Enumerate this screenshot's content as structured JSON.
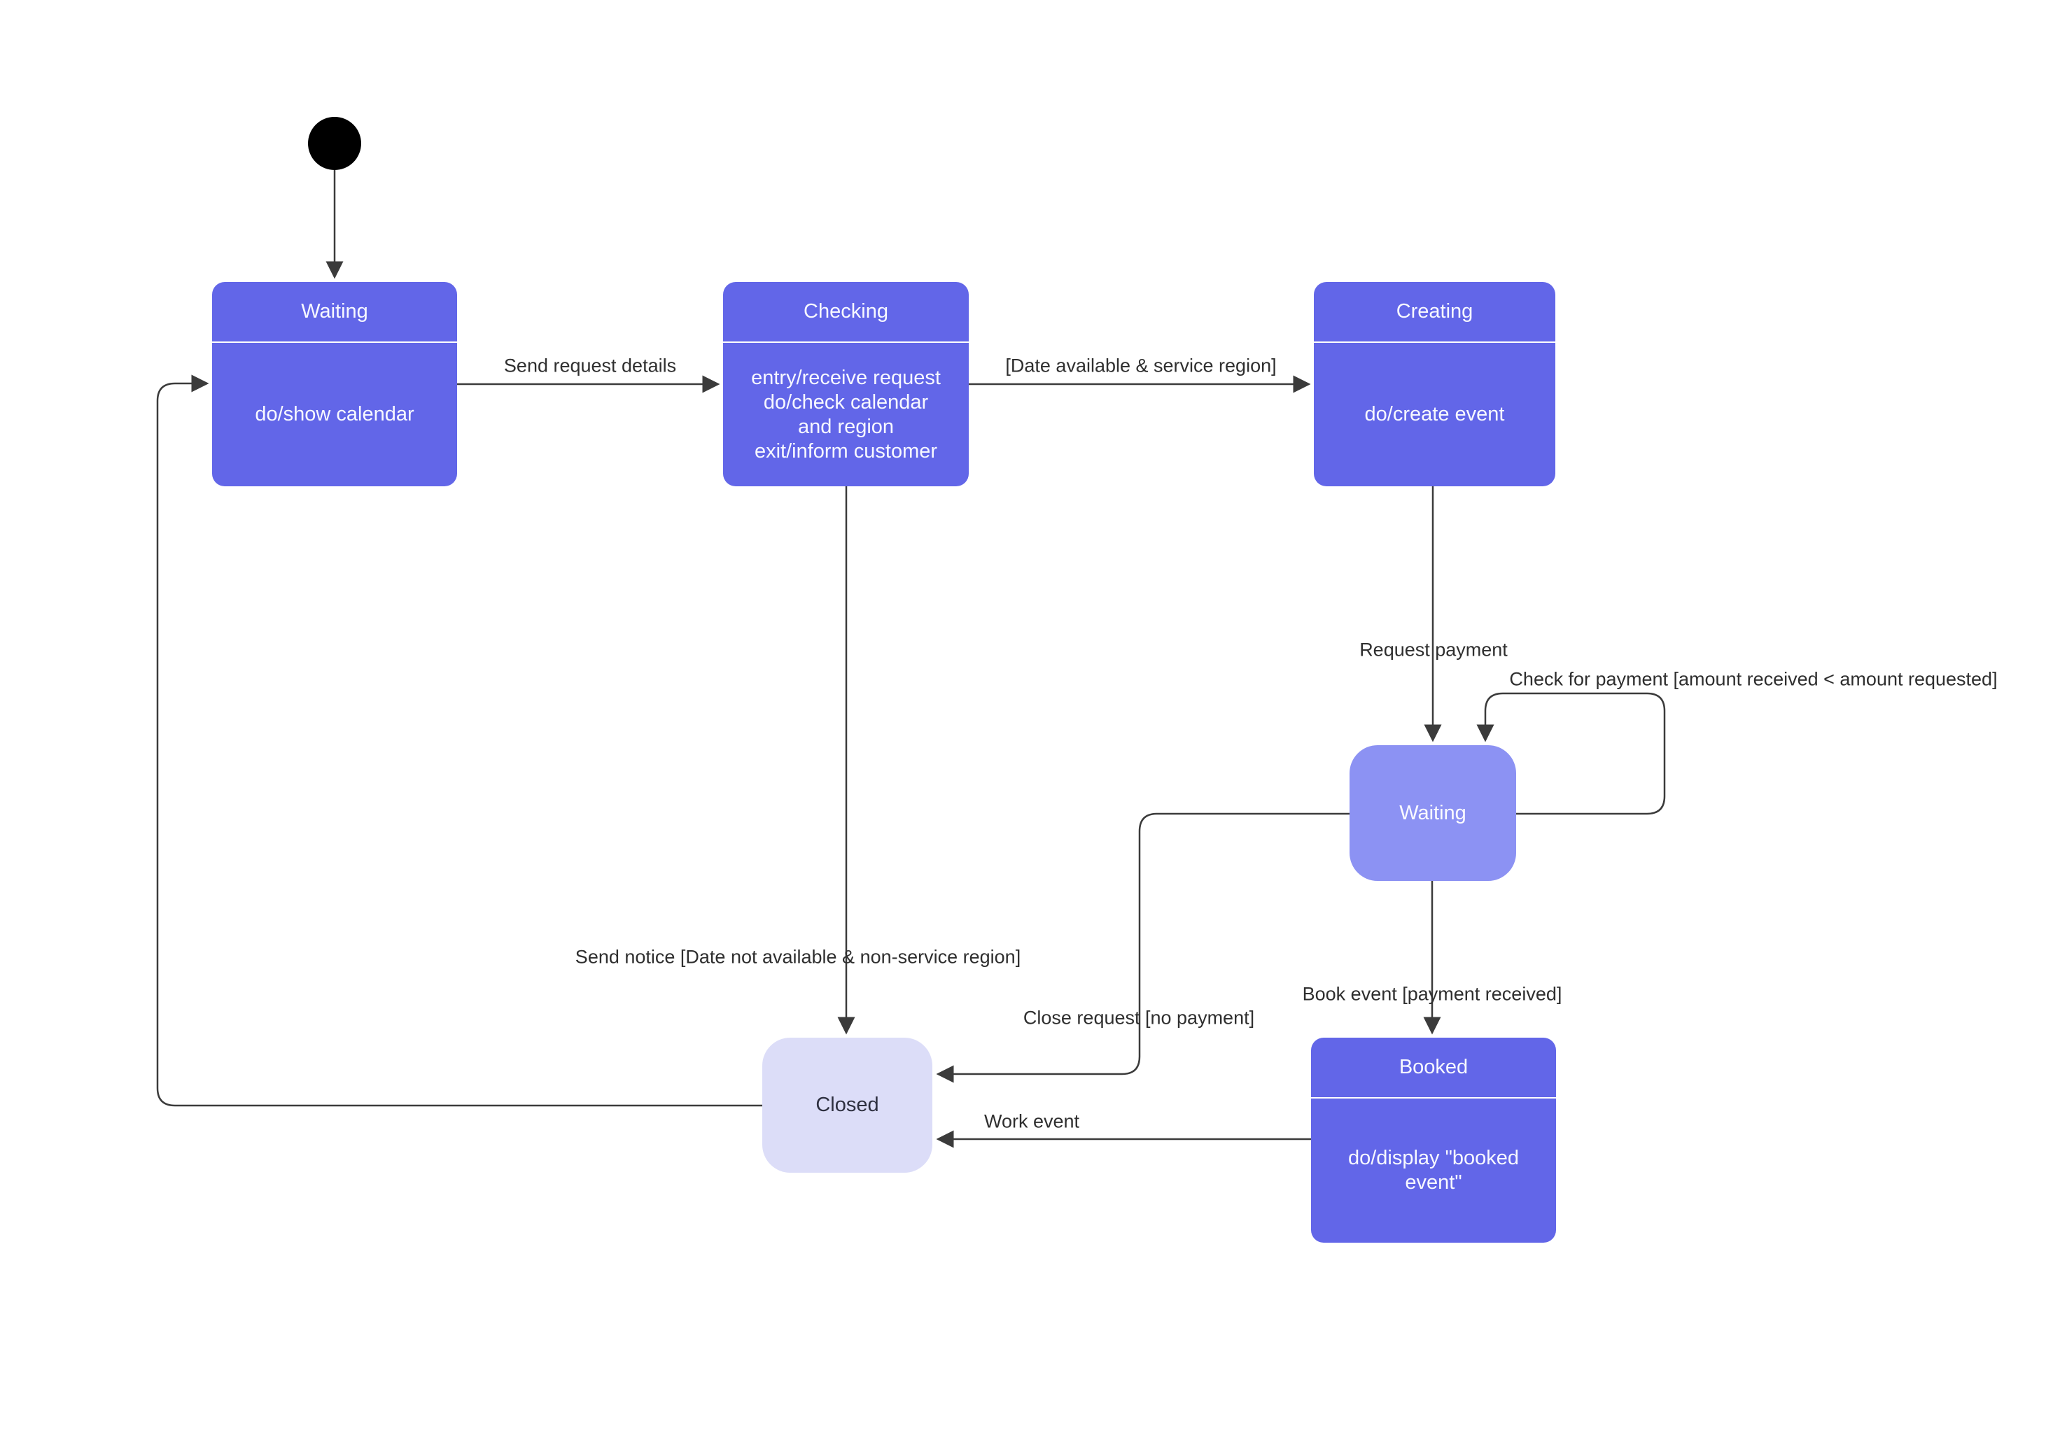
{
  "diagram": {
    "type": "uml-state-diagram",
    "states": {
      "waiting1": {
        "title": "Waiting",
        "body": "do/show calendar"
      },
      "checking": {
        "title": "Checking",
        "body_line1": "entry/receive request",
        "body_line2": "do/check calendar",
        "body_line3": "and region",
        "body_line4": "exit/inform customer"
      },
      "creating": {
        "title": "Creating",
        "body": "do/create event"
      },
      "waiting2": {
        "title": "Waiting"
      },
      "booked": {
        "title": "Booked",
        "body_line1": "do/display \"booked",
        "body_line2": "event\""
      },
      "closed": {
        "title": "Closed"
      }
    },
    "labels": {
      "send_request_details": "Send request details",
      "date_available": "[Date available & service region]",
      "request_payment": "Request payment",
      "check_for_payment": "Check for payment [amount received < amount requested]",
      "send_notice": "Send notice [Date not available & non-service region]",
      "close_request": "Close request [no payment]",
      "book_event": "Book event [payment received]",
      "work_event": "Work event"
    },
    "transitions": [
      {
        "from": "initial",
        "to": "waiting1",
        "label": ""
      },
      {
        "from": "waiting1",
        "to": "checking",
        "label": "Send request details"
      },
      {
        "from": "checking",
        "to": "creating",
        "label": "[Date available & service region]"
      },
      {
        "from": "creating",
        "to": "waiting2",
        "label": "Request payment"
      },
      {
        "from": "waiting2",
        "to": "waiting2",
        "label": "Check for payment [amount received < amount requested]"
      },
      {
        "from": "waiting2",
        "to": "booked",
        "label": "Book event [payment received]"
      },
      {
        "from": "waiting2",
        "to": "closed",
        "label": "Close request [no payment]"
      },
      {
        "from": "checking",
        "to": "closed",
        "label": "Send notice [Date not available & non-service region]"
      },
      {
        "from": "booked",
        "to": "closed",
        "label": "Work event"
      },
      {
        "from": "closed",
        "to": "waiting1",
        "label": ""
      }
    ],
    "colors": {
      "state_fill": "#6266e8",
      "state_fill_light": "#8c92f3",
      "state_fill_pale": "#dcddf8",
      "state_title_text": "#f7f8ff",
      "state_dark_text": "#2e3040",
      "connector": "#3b3b3b",
      "label_text": "#2f2f2f",
      "background": "#ffffff"
    }
  }
}
